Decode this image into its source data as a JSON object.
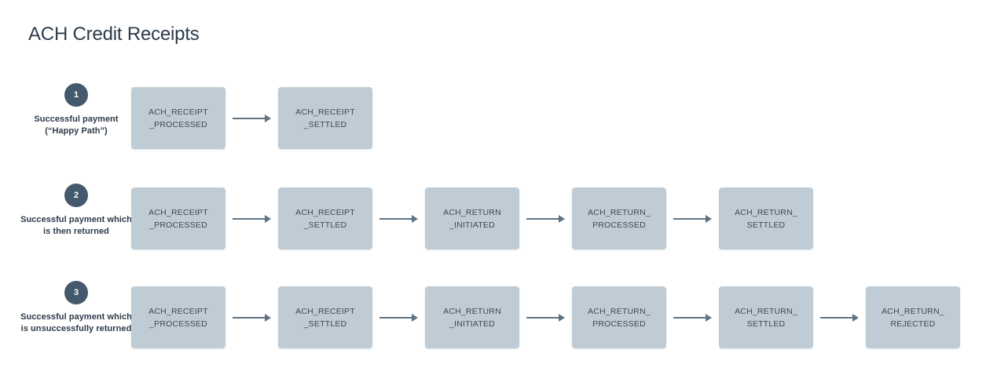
{
  "page": {
    "title": "ACH Credit Receipts",
    "background_color": "#ffffff"
  },
  "theme": {
    "node_fill": "#c0ccd5",
    "node_text": "#3a4a56",
    "badge_fill": "#44596b",
    "badge_text": "#ffffff",
    "arrow_color": "#5f7383",
    "heading_color": "#2d3b4a",
    "caption_color": "#2d3b4a"
  },
  "rows": [
    {
      "number": "1",
      "caption": "Successful payment (“Happy Path”)",
      "nodes": [
        {
          "label": "ACH_RECEIPT\n_PROCESSED"
        },
        {
          "label": "ACH_RECEIPT\n_SETTLED"
        }
      ],
      "arrow_count": 1
    },
    {
      "number": "2",
      "caption": "Successful payment which is then returned",
      "nodes": [
        {
          "label": "ACH_RECEIPT\n_PROCESSED"
        },
        {
          "label": "ACH_RECEIPT\n_SETTLED"
        },
        {
          "label": "ACH_RETURN\n_INITIATED"
        },
        {
          "label": "ACH_RETURN_\nPROCESSED"
        },
        {
          "label": "ACH_RETURN_\nSETTLED"
        }
      ],
      "arrow_count": 4
    },
    {
      "number": "3",
      "caption": "Successful payment which is unsuccessfully returned",
      "nodes": [
        {
          "label": "ACH_RECEIPT\n_PROCESSED"
        },
        {
          "label": "ACH_RECEIPT\n_SETTLED"
        },
        {
          "label": "ACH_RETURN\n_INITIATED"
        },
        {
          "label": "ACH_RETURN_\nPROCESSED"
        },
        {
          "label": "ACH_RETURN_\nSETTLED"
        },
        {
          "label": "ACH_RETURN_\nREJECTED"
        }
      ],
      "arrow_count": 5
    }
  ]
}
